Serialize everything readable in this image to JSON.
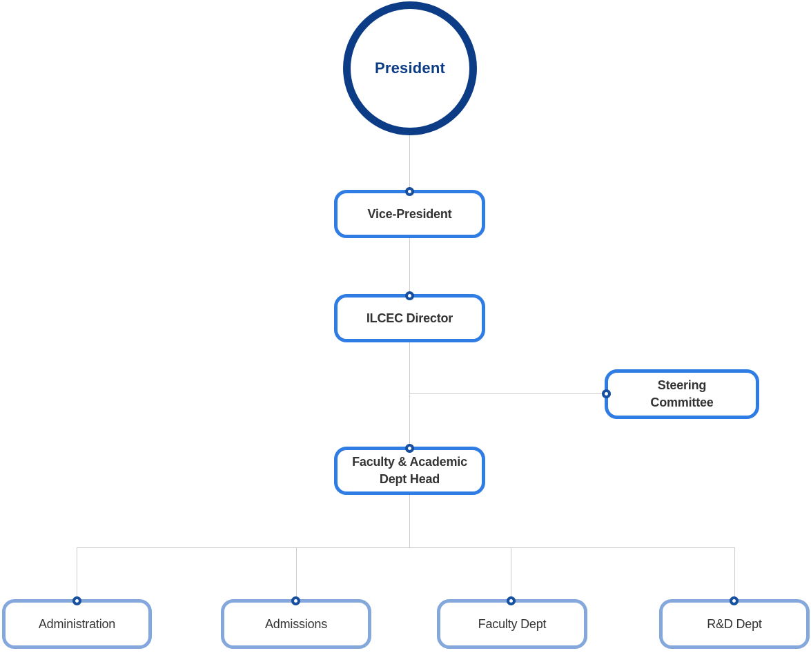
{
  "diagram": {
    "type": "org-chart",
    "nodes": {
      "president": {
        "label": "President"
      },
      "vice_president": {
        "label": "Vice-President"
      },
      "ilcec_director": {
        "label": "ILCEC Director"
      },
      "steering_committee": {
        "lines": [
          "Steering",
          "Committee"
        ]
      },
      "faculty_academic_dept_head": {
        "lines": [
          "Faculty & Academic",
          "Dept Head"
        ]
      },
      "administration": {
        "label": "Administration"
      },
      "admissions": {
        "label": "Admissions"
      },
      "faculty_dept": {
        "label": "Faculty Dept"
      },
      "rd_dept": {
        "label": "R&D Dept"
      }
    },
    "edges": [
      {
        "from": "President",
        "to": "Vice-President"
      },
      {
        "from": "Vice-President",
        "to": "ILCEC Director"
      },
      {
        "from": "ILCEC Director",
        "to": "Steering Committee"
      },
      {
        "from": "ILCEC Director",
        "to": "Faculty & Academic Dept Head"
      },
      {
        "from": "Faculty & Academic Dept Head",
        "to": "Administration"
      },
      {
        "from": "Faculty & Academic Dept Head",
        "to": "Admissions"
      },
      {
        "from": "Faculty & Academic Dept Head",
        "to": "Faculty Dept"
      },
      {
        "from": "Faculty & Academic Dept Head",
        "to": "R&D Dept"
      }
    ],
    "colors": {
      "president_navy": "#0d3c86",
      "primary_box_border": "#2e7ce4",
      "secondary_box_border": "#84a7dc",
      "connector_line": "#cccccc",
      "connector_dot_ring": "#17509e",
      "box_text": "#333333"
    }
  }
}
